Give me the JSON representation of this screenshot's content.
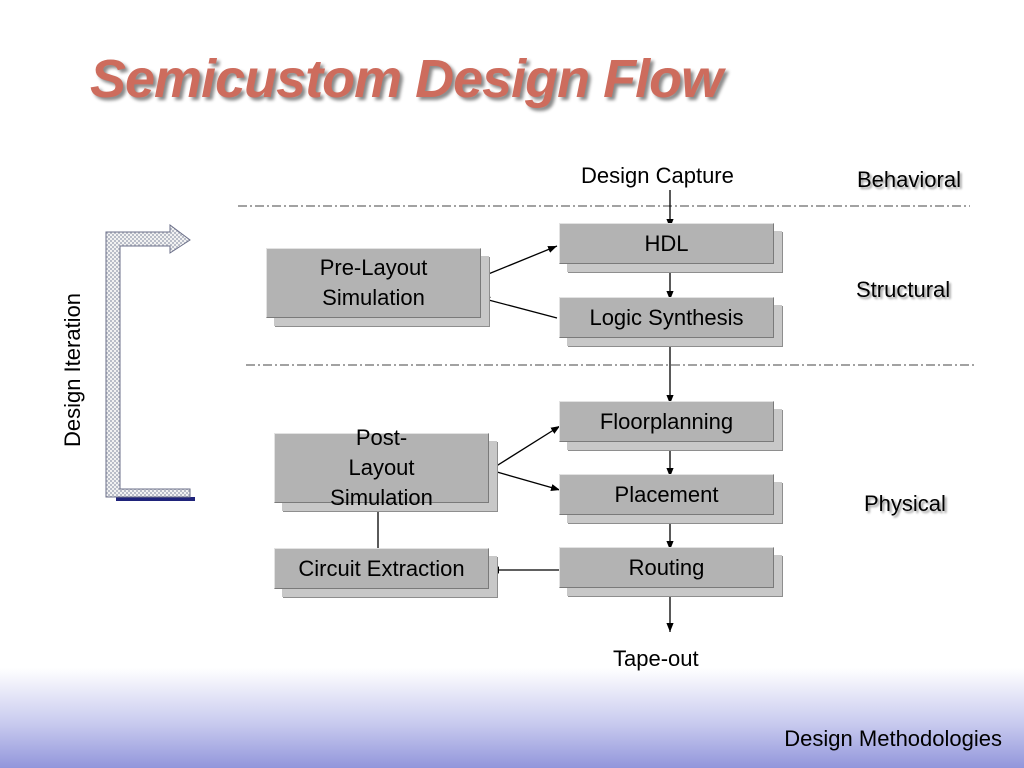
{
  "title": "Semicustom Design Flow",
  "side_label": "Design Iteration",
  "levels": {
    "behavioral": "Behavioral",
    "structural": "Structural",
    "physical": "Physical"
  },
  "flow": {
    "start": "Design Capture",
    "end": "Tape-out"
  },
  "boxes": {
    "hdl": "HDL",
    "logic_synthesis": "Logic Synthesis",
    "pre_layout_simulation": "Pre-Layout Simulation",
    "floorplanning": "Floorplanning",
    "placement": "Placement",
    "routing": "Routing",
    "post_layout_simulation": "Post-Layout Simulation",
    "circuit_extraction": "Circuit Extraction"
  },
  "footer": "Design Methodologies",
  "colors": {
    "title": "#cd6c5d",
    "box": "#b3b3b3",
    "iteration_arrow": "#1f237a"
  }
}
